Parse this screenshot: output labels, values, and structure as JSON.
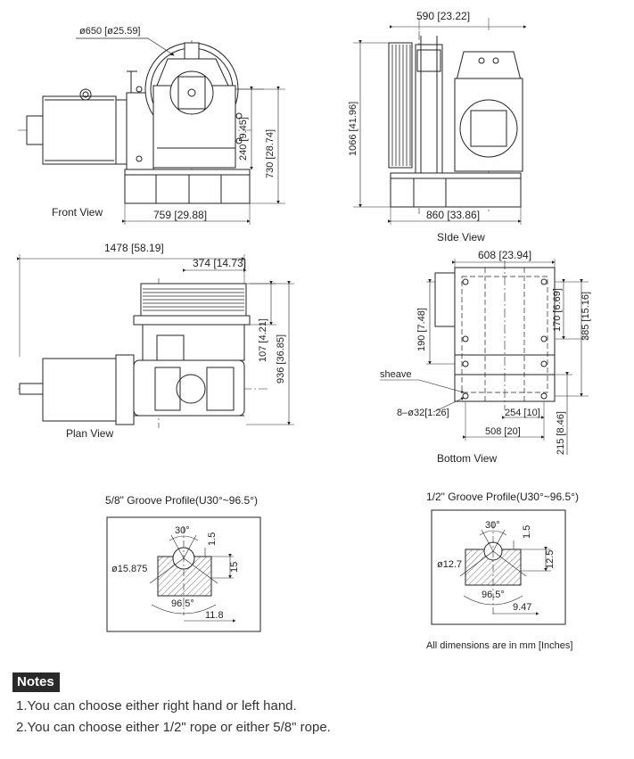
{
  "front_view": {
    "label": "Front View",
    "dim_sheave_dia": "ø650 [ø25.59]",
    "dim_240": "240 [9.45]",
    "dim_730": "730 [28.74]",
    "dim_759": "759 [29.88]"
  },
  "side_view": {
    "label": "SIde View",
    "dim_590": "590 [23.22]",
    "dim_1066": "1066 [41.96]",
    "dim_860": "860 [33.86]"
  },
  "plan_view": {
    "label": "Plan View",
    "dim_1478": "1478 [58.19]",
    "dim_374": "374 [14.73]",
    "dim_107": "107 [4.21]",
    "dim_936": "936 [36.85]"
  },
  "bottom_view": {
    "label": "Bottom View",
    "dim_608": "608 [23.94]",
    "dim_170": "170 [6.69]",
    "dim_385": "385 [15.16]",
    "dim_190": "190 [7.48]",
    "sheave_label": "sheave",
    "holes_label": "8–ø32[1.26]",
    "dim_254": "254 [10]",
    "dim_508": "508 [20]",
    "dim_215": "215 [8.46]"
  },
  "groove_58": {
    "title": "5/8\" Groove Profile(U30°~96.5°)",
    "angle_top": "30°",
    "dim_1_5": "1.5",
    "dia": "ø15.875",
    "dim_15": "15",
    "angle_bottom": "96.5°",
    "dim_11_8": "11.8"
  },
  "groove_12": {
    "title": "1/2\" Groove Profile(U30°~96.5°)",
    "angle_top": "30°",
    "dim_1_5": "1.5",
    "dia": "ø12.7",
    "dim_12_5": "12.5",
    "angle_bottom": "96.5°",
    "dim_9_47": "9.47"
  },
  "units_note": "All dimensions are in mm [Inches]",
  "notes": {
    "title": "Notes",
    "items": [
      "1.You can choose either right hand or left hand.",
      "2.You can choose either 1/2\" rope or either 5/8\" rope."
    ]
  },
  "colors": {
    "line": "#222222",
    "notes_bg": "#2a2a2a",
    "notes_text": "#ffffff"
  }
}
